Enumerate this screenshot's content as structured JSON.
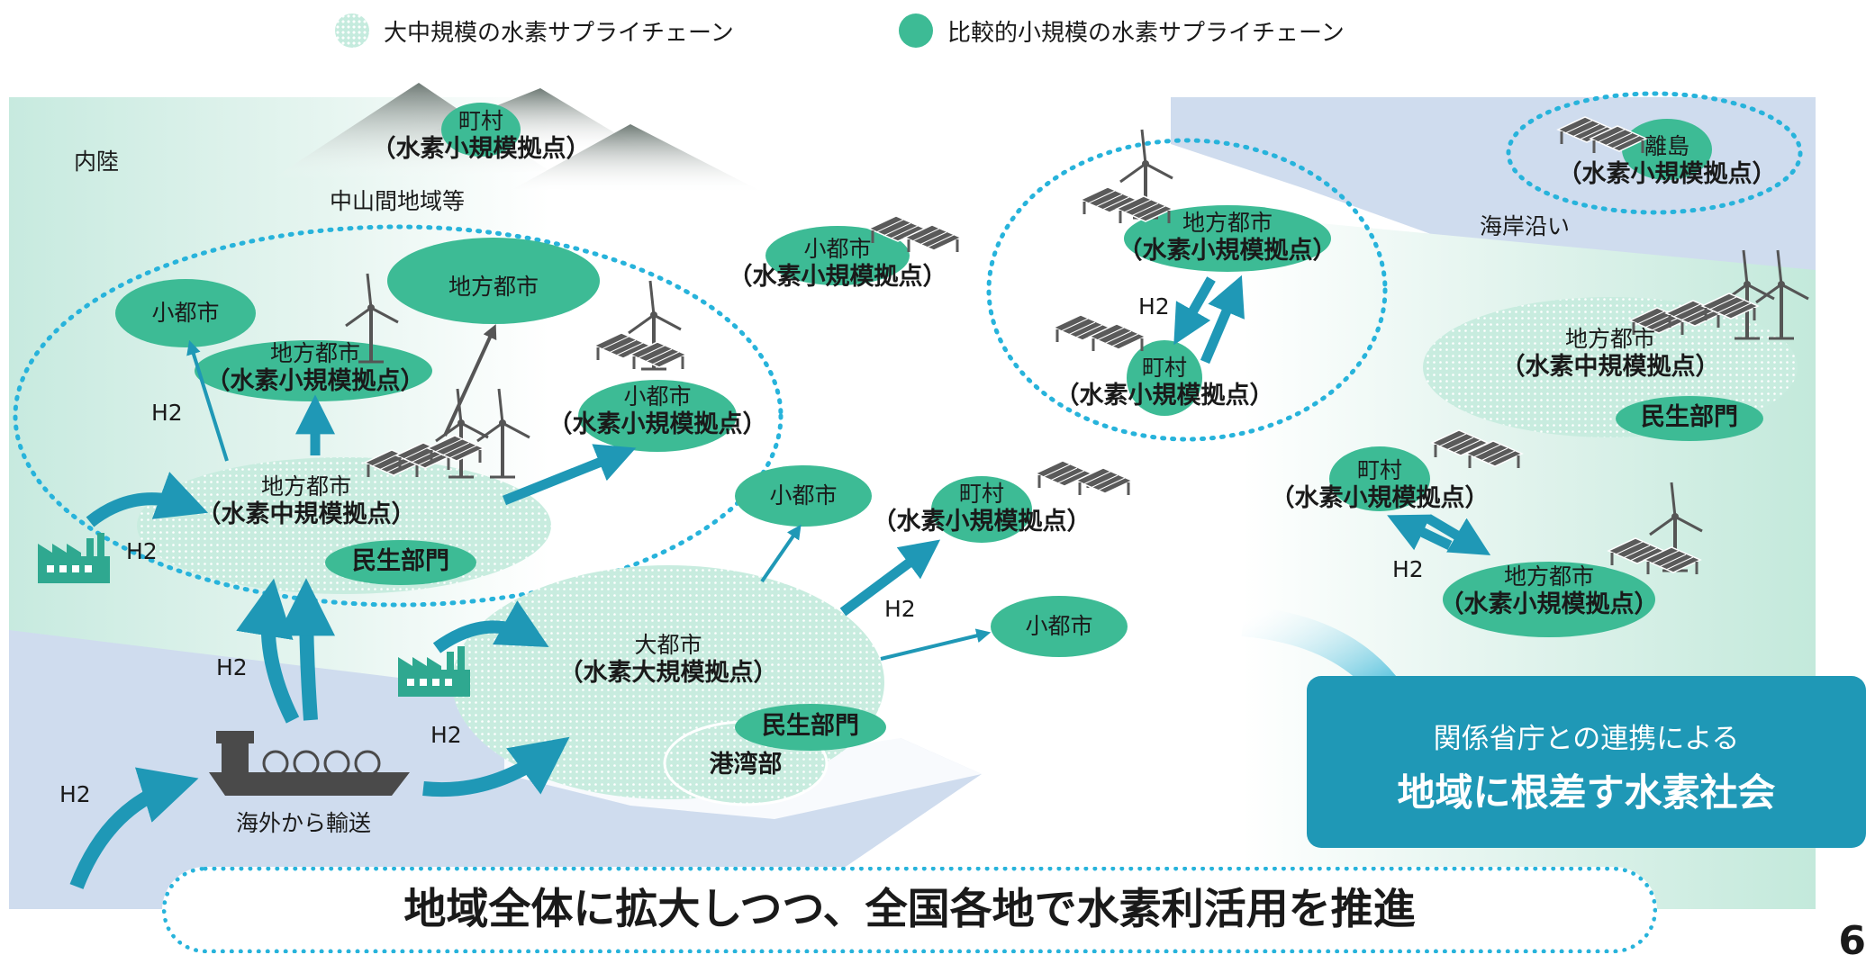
{
  "legend": {
    "large": "大中規模の水素サプライチェーン",
    "small": "比較的小規模の水素サプライチェーン"
  },
  "regions": {
    "inland": "内陸",
    "mountain": "中山間地域等",
    "coast": "海岸沿い",
    "overseas": "海外から輸送"
  },
  "h2": "H2",
  "labels": {
    "small_city": "小都市",
    "local_city": "地方都市",
    "town": "町村",
    "island": "離島",
    "big_city": "大都市",
    "small_hub": "（水素小規模拠点）",
    "medium_hub": "（水素中規模拠点）",
    "large_hub": "（水素大規模拠点）",
    "civil": "民生部門",
    "port": "港湾部"
  },
  "cta": {
    "line1": "関係省庁との連携による",
    "line2": "地域に根差す水素社会"
  },
  "banner": "地域全体に拡大しつつ、全国各地で水素利活用を推進",
  "page_number": "6",
  "colors": {
    "node_green": "#3dbb95",
    "light_green": "#c5ebde",
    "arrow_blue": "#1f98b6",
    "ring_dots": "#27b3db",
    "sea": "#cfdcee",
    "land": "#d3eee5"
  }
}
